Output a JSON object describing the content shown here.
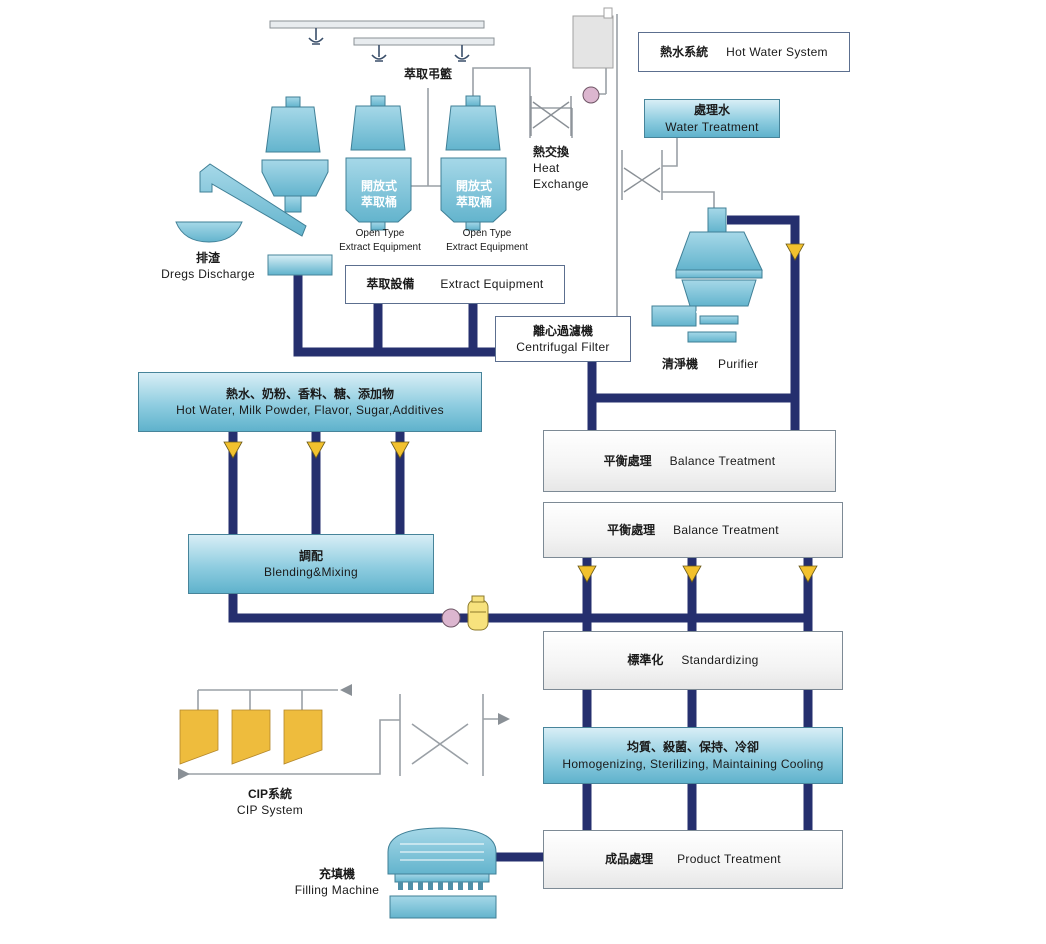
{
  "hot_water_system": {
    "zh": "熱水系統",
    "en": "Hot Water System"
  },
  "water_treatment": {
    "zh": "處理水",
    "en": "Water Treatment"
  },
  "basket": {
    "zh": "萃取弔籃"
  },
  "heat_exchange": {
    "zh": "熱交換",
    "en1": "Heat",
    "en2": "Exchange"
  },
  "tank_left": {
    "zh1": "開放式",
    "zh2": "萃取桶",
    "en1": "Open Type",
    "en2": "Extract Equipment"
  },
  "tank_right": {
    "zh1": "開放式",
    "zh2": "萃取桶",
    "en1": "Open Type",
    "en2": "Extract Equipment"
  },
  "dregs": {
    "zh": "排渣",
    "en": "Dregs Discharge"
  },
  "extract_equipment": {
    "zh": "萃取設備",
    "en": "Extract Equipment"
  },
  "centrifugal_filter": {
    "zh": "離心過濾機",
    "en": "Centrifugal Filter"
  },
  "purifier": {
    "zh": "清淨機",
    "en": "Purifier"
  },
  "ingredients": {
    "zh": "熱水、奶粉、香料、糖、添加物",
    "en": "Hot Water, Milk Powder, Flavor, Sugar,Additives"
  },
  "balance_1": {
    "zh": "平衡處理",
    "en": "Balance Treatment"
  },
  "balance_2": {
    "zh": "平衡處理",
    "en": "Balance Treatment"
  },
  "blending": {
    "zh": "調配",
    "en": "Blending&Mixing"
  },
  "standardizing": {
    "zh": "標準化",
    "en": "Standardizing"
  },
  "homogenizing": {
    "zh": "均質、殺菌、保持、冷卻",
    "en": "Homogenizing, Sterilizing, Maintaining Cooling"
  },
  "cip": {
    "zh": "CIP系統",
    "en": "CIP System"
  },
  "filling": {
    "zh": "充填機",
    "en": "Filling Machine"
  },
  "product": {
    "zh": "成品處理",
    "en": "Product Treatment"
  },
  "colors": {
    "pipe": "#252f6e",
    "tank": "#8fcde0",
    "valve": "#f2c12e",
    "cip": "#eebc3d",
    "pump": "#dcb6cf"
  }
}
